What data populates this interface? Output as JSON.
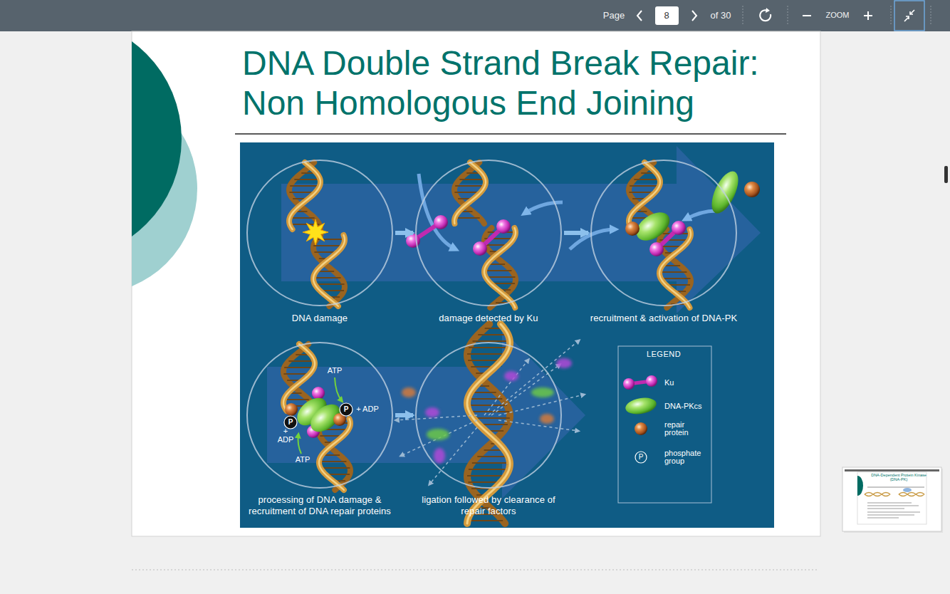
{
  "diagram": {
    "title": "DNA Double Strand Break Repair: Non Homologous End Joining",
    "nodes": [
      {
        "text": [
          "DNA damage"
        ]
      },
      {
        "text": [
          "damage detected by Ku"
        ]
      },
      {
        "text": [
          "recruitment & activation of DNA-PK"
        ]
      },
      {
        "text": [
          "processing of DNA damage & recruitment of DNA repair proteins"
        ]
      },
      {
        "text": [
          "ligation followed by clearance of repair factors"
        ]
      }
    ],
    "edges": [
      {
        "from": 0,
        "to": 1,
        "arrow": "to"
      },
      {
        "from": 1,
        "to": 2,
        "arrow": "to"
      },
      {
        "from": 3,
        "to": 4,
        "arrow": "to"
      }
    ],
    "labels": [
      "Page",
      "8",
      "of 30",
      "ZOOM",
      "ATP",
      "P",
      "+ ADP",
      "P",
      "+ ADP",
      "ATP",
      "LEGEND",
      "P",
      "DNA-Dependent Protein Kinase (DNA-PK)"
    ],
    "legend": [
      {
        "text": "Ku"
      },
      {
        "text": "DNA-PKcs"
      },
      {
        "text": "repair protein"
      },
      {
        "text": "phosphate group"
      }
    ]
  }
}
